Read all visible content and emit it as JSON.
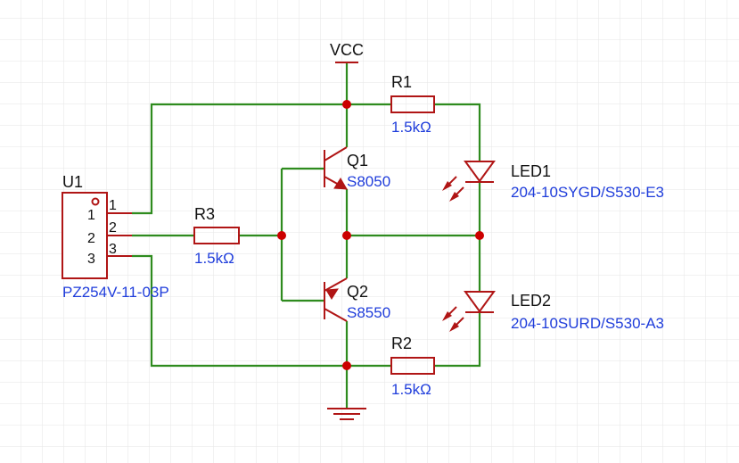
{
  "colors": {
    "wire": "#2e8b1e",
    "component": "#b01515",
    "junction": "#cc0000",
    "label_name": "#111111",
    "label_value": "#1f3ddb",
    "grid": "#e6e6e6"
  },
  "power": {
    "vcc_label": "VCC"
  },
  "ground": {
    "icon": "ground-symbol"
  },
  "connector": {
    "designator": "U1",
    "part": "PZ254V-11-03P",
    "pins": [
      "1",
      "2",
      "3"
    ],
    "body_pins": [
      "1",
      "2",
      "3"
    ]
  },
  "resistors": [
    {
      "designator": "R1",
      "value": "1.5kΩ"
    },
    {
      "designator": "R2",
      "value": "1.5kΩ"
    },
    {
      "designator": "R3",
      "value": "1.5kΩ"
    }
  ],
  "transistors": [
    {
      "designator": "Q1",
      "part": "S8050"
    },
    {
      "designator": "Q2",
      "part": "S8550"
    }
  ],
  "leds": [
    {
      "designator": "LED1",
      "part": "204-10SYGD/S530-E3"
    },
    {
      "designator": "LED2",
      "part": "204-10SURD/S530-A3"
    }
  ]
}
